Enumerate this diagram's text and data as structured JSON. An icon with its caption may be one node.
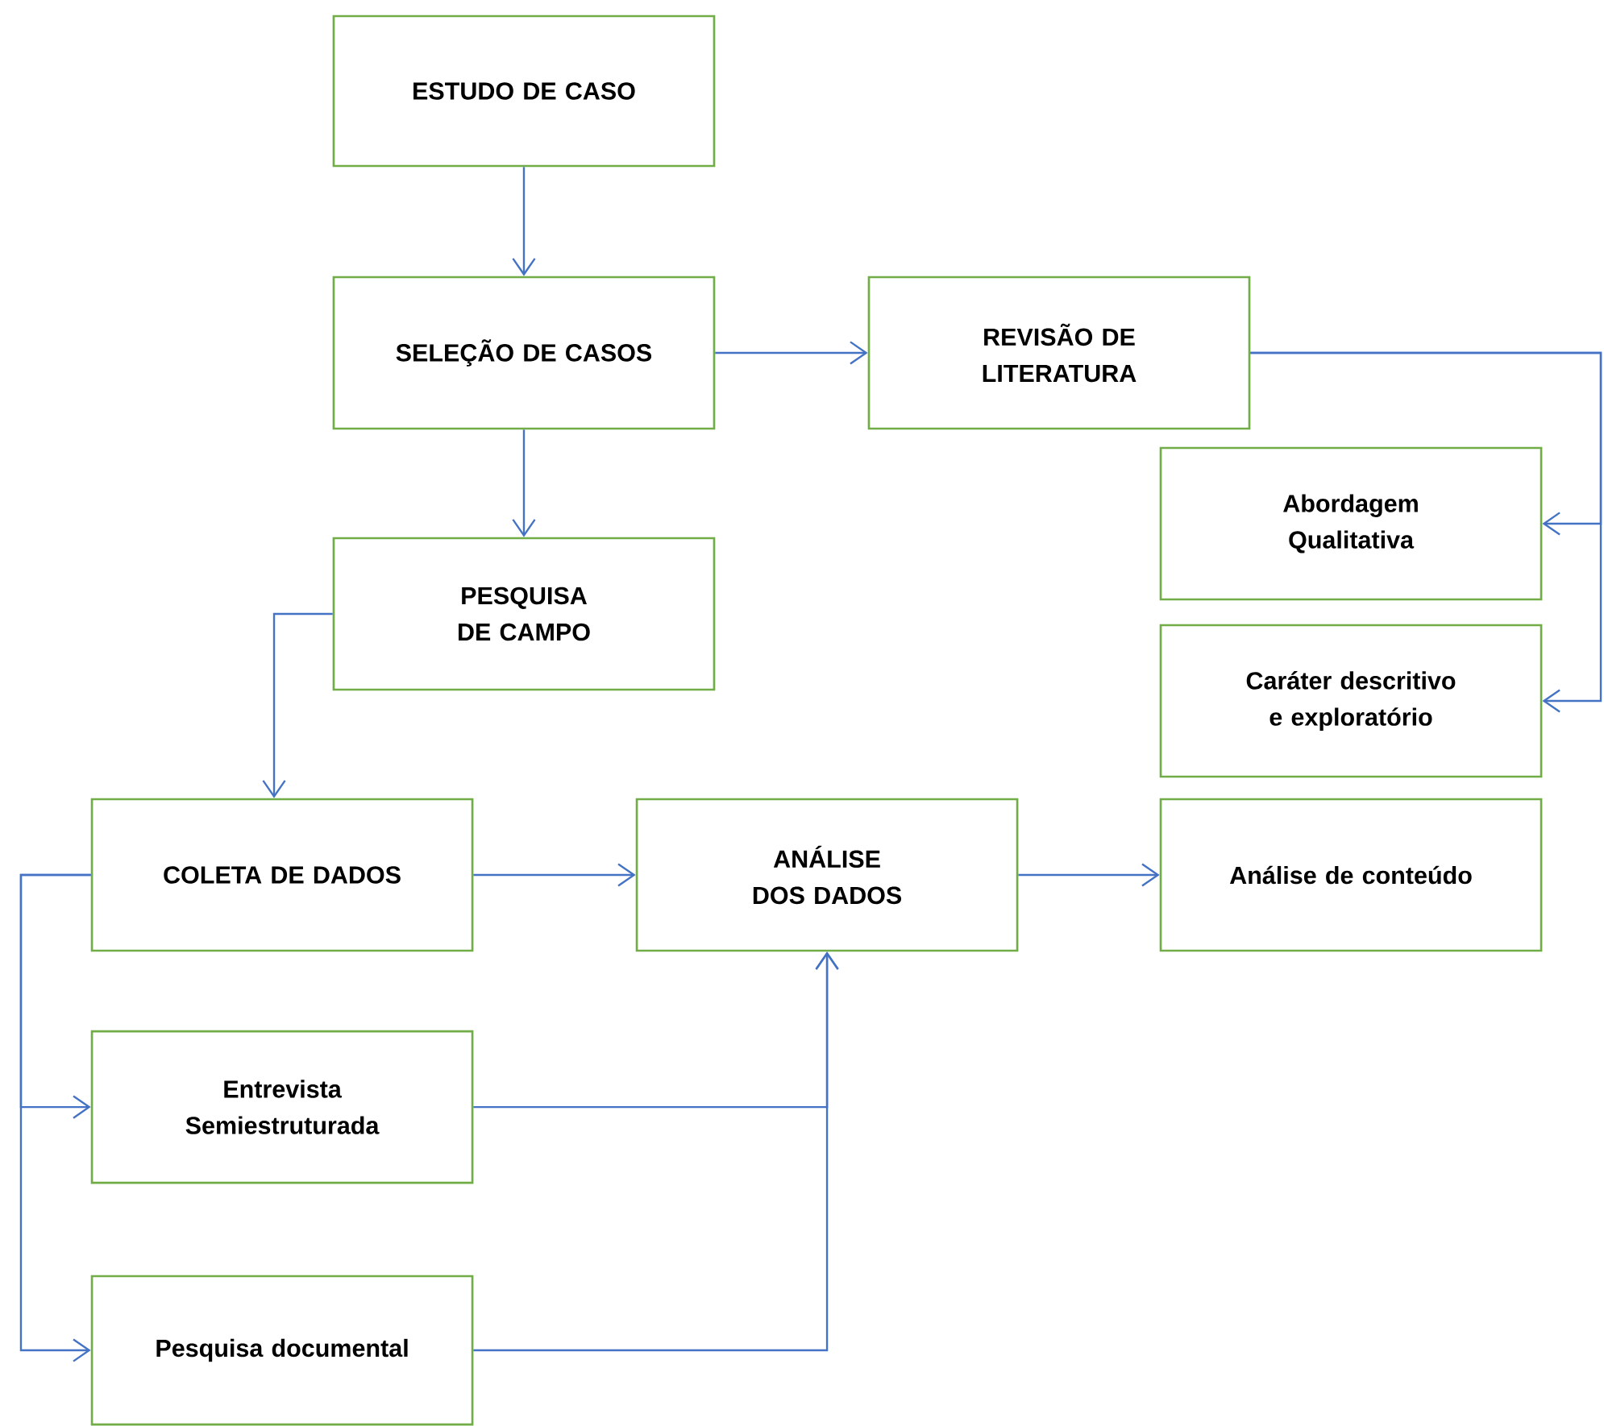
{
  "diagram": {
    "nodes": [
      {
        "text": [
          "ESTUDO DE CASO"
        ]
      },
      {
        "text": [
          "SELEÇÃO DE CASOS"
        ]
      },
      {
        "text": [
          "REVISÃO DE LITERATURA"
        ]
      },
      {
        "text": [
          "Abordagem Qualitativa"
        ]
      },
      {
        "text": [
          "Caráter descritivo e exploratório"
        ]
      },
      {
        "text": [
          "PESQUISA DE CAMPO"
        ]
      },
      {
        "text": [
          "COLETA DE DADOS"
        ]
      },
      {
        "text": [
          "ANÁLISE DOS DADOS"
        ]
      },
      {
        "text": [
          "Análise de conteúdo"
        ]
      },
      {
        "text": [
          "Entrevista Semiestruturada"
        ]
      },
      {
        "text": [
          "Pesquisa documental"
        ]
      }
    ],
    "edges": [
      {
        "from": 0,
        "to": 1,
        "arrow": "to"
      },
      {
        "from": 1,
        "to": 2,
        "arrow": "to"
      },
      {
        "from": 2,
        "to": 3,
        "arrow": "to"
      },
      {
        "from": 2,
        "to": 4,
        "arrow": "to"
      },
      {
        "from": 1,
        "to": 5,
        "arrow": "to"
      },
      {
        "from": 5,
        "to": 6,
        "arrow": "to"
      },
      {
        "from": 6,
        "to": 7,
        "arrow": "to"
      },
      {
        "from": 7,
        "to": 8,
        "arrow": "to"
      },
      {
        "from": 6,
        "to": 9,
        "arrow": "to"
      },
      {
        "from": 6,
        "to": 10,
        "arrow": "to"
      },
      {
        "from": 9,
        "to": 7,
        "arrow": "to"
      },
      {
        "from": 10,
        "to": 7,
        "arrow": "to"
      }
    ]
  }
}
